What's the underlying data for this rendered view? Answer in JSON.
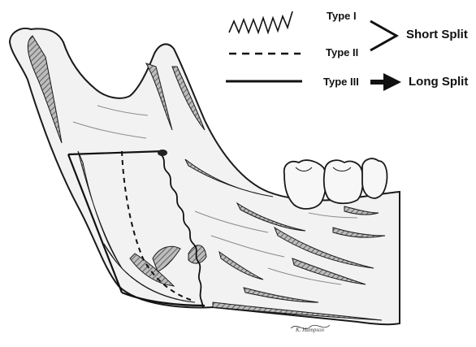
{
  "colors": {
    "bone_fill": "#f2f2f2",
    "outline": "#1a1a1a",
    "hatch": "#555555",
    "shadow": "#8a8a8a"
  },
  "legend": {
    "type1": "Type I",
    "type2": "Type II",
    "type3": "Type III",
    "short_split": "Short Split",
    "long_split": "Long Split"
  },
  "signature": "K. Hampson"
}
